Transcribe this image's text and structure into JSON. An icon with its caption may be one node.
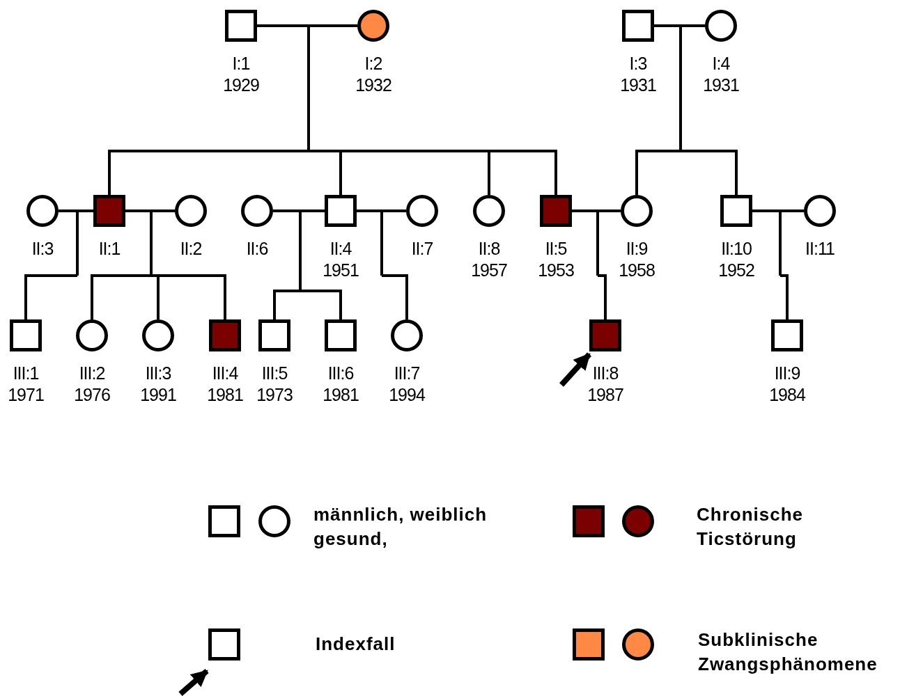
{
  "diagram": {
    "nodes": [
      {
        "text": [],
        "shape": "box",
        "beside": [
          "I:1",
          "1929"
        ]
      },
      {
        "text": [],
        "shape": "circle",
        "beside": [
          "I:2",
          "1932"
        ]
      },
      {
        "text": [],
        "shape": "box",
        "beside": [
          "I:3",
          "1931"
        ]
      },
      {
        "text": [],
        "shape": "circle",
        "beside": [
          "I:4",
          "1931"
        ]
      },
      {
        "text": [],
        "shape": "circle",
        "beside": [
          "II:3"
        ]
      },
      {
        "text": [],
        "shape": "box",
        "beside": [
          "II:1"
        ]
      },
      {
        "text": [],
        "shape": "circle",
        "beside": [
          "II:2"
        ]
      },
      {
        "text": [],
        "shape": "circle",
        "beside": [
          "II:6"
        ]
      },
      {
        "text": [],
        "shape": "box",
        "beside": [
          "II:4",
          "1951"
        ]
      },
      {
        "text": [],
        "shape": "circle",
        "beside": [
          "II:7"
        ]
      },
      {
        "text": [],
        "shape": "circle",
        "beside": [
          "II:8",
          "1957"
        ]
      },
      {
        "text": [],
        "shape": "box",
        "beside": [
          "II:5",
          "1953"
        ]
      },
      {
        "text": [],
        "shape": "circle",
        "beside": [
          "II:9",
          "1958"
        ]
      },
      {
        "text": [],
        "shape": "box",
        "beside": [
          "II:10",
          "1952"
        ]
      },
      {
        "text": [],
        "shape": "circle",
        "beside": [
          "II:11"
        ]
      },
      {
        "text": [],
        "shape": "box",
        "beside": [
          "III:1",
          "1971"
        ]
      },
      {
        "text": [],
        "shape": "circle",
        "beside": [
          "III:2",
          "1976"
        ]
      },
      {
        "text": [],
        "shape": "circle",
        "beside": [
          "III:3",
          "1991"
        ]
      },
      {
        "text": [],
        "shape": "box",
        "beside": [
          "III:4",
          "1981"
        ]
      },
      {
        "text": [],
        "shape": "box",
        "beside": [
          "III:5",
          "1973"
        ]
      },
      {
        "text": [],
        "shape": "box",
        "beside": [
          "III:6",
          "1981"
        ]
      },
      {
        "text": [],
        "shape": "circle",
        "beside": [
          "III:7",
          "1994"
        ]
      },
      {
        "text": [],
        "shape": "box",
        "beside": [
          "III:8",
          "1987"
        ]
      },
      {
        "text": [],
        "shape": "box",
        "beside": [
          "III:9",
          "1984"
        ]
      }
    ],
    "edges": [
      {
        "from": 0,
        "to": 1,
        "arrow": "none"
      },
      {
        "from": 0,
        "to": 5,
        "arrow": "none"
      },
      {
        "from": 1,
        "to": 5,
        "arrow": "none"
      },
      {
        "from": 0,
        "to": 8,
        "arrow": "none"
      },
      {
        "from": 1,
        "to": 8,
        "arrow": "none"
      },
      {
        "from": 0,
        "to": 10,
        "arrow": "none"
      },
      {
        "from": 1,
        "to": 10,
        "arrow": "none"
      },
      {
        "from": 0,
        "to": 11,
        "arrow": "none"
      },
      {
        "from": 1,
        "to": 11,
        "arrow": "none"
      },
      {
        "from": 2,
        "to": 3,
        "arrow": "none"
      },
      {
        "from": 2,
        "to": 12,
        "arrow": "none"
      },
      {
        "from": 3,
        "to": 12,
        "arrow": "none"
      },
      {
        "from": 2,
        "to": 13,
        "arrow": "none"
      },
      {
        "from": 3,
        "to": 13,
        "arrow": "none"
      },
      {
        "from": 4,
        "to": 5,
        "arrow": "none"
      },
      {
        "from": 4,
        "to": 15,
        "arrow": "none"
      },
      {
        "from": 5,
        "to": 15,
        "arrow": "none"
      },
      {
        "from": 5,
        "to": 6,
        "arrow": "none"
      },
      {
        "from": 5,
        "to": 16,
        "arrow": "none"
      },
      {
        "from": 6,
        "to": 16,
        "arrow": "none"
      },
      {
        "from": 5,
        "to": 17,
        "arrow": "none"
      },
      {
        "from": 6,
        "to": 17,
        "arrow": "none"
      },
      {
        "from": 5,
        "to": 18,
        "arrow": "none"
      },
      {
        "from": 6,
        "to": 18,
        "arrow": "none"
      },
      {
        "from": 7,
        "to": 8,
        "arrow": "none"
      },
      {
        "from": 7,
        "to": 19,
        "arrow": "none"
      },
      {
        "from": 8,
        "to": 19,
        "arrow": "none"
      },
      {
        "from": 7,
        "to": 20,
        "arrow": "none"
      },
      {
        "from": 8,
        "to": 20,
        "arrow": "none"
      },
      {
        "from": 8,
        "to": 9,
        "arrow": "none"
      },
      {
        "from": 8,
        "to": 21,
        "arrow": "none"
      },
      {
        "from": 9,
        "to": 21,
        "arrow": "none"
      },
      {
        "from": 11,
        "to": 12,
        "arrow": "none"
      },
      {
        "from": 11,
        "to": 22,
        "arrow": "none"
      },
      {
        "from": 12,
        "to": 22,
        "arrow": "none"
      },
      {
        "from": 13,
        "to": 14,
        "arrow": "none"
      },
      {
        "from": 13,
        "to": 23,
        "arrow": "none"
      },
      {
        "from": 14,
        "to": 23,
        "arrow": "none"
      },
      {
        "from": null,
        "to": 22,
        "arrow": "to",
        "style": "thick"
      }
    ],
    "legend": [
      {
        "text": "männlich, weiblich gesund,"
      },
      {
        "text": "Chronische Ticstörung",
        "color": "#7b0000"
      },
      {
        "text": "Indexfall"
      },
      {
        "text": "Subklinische Zwangsphänomene",
        "color": "#ff8844"
      }
    ]
  }
}
